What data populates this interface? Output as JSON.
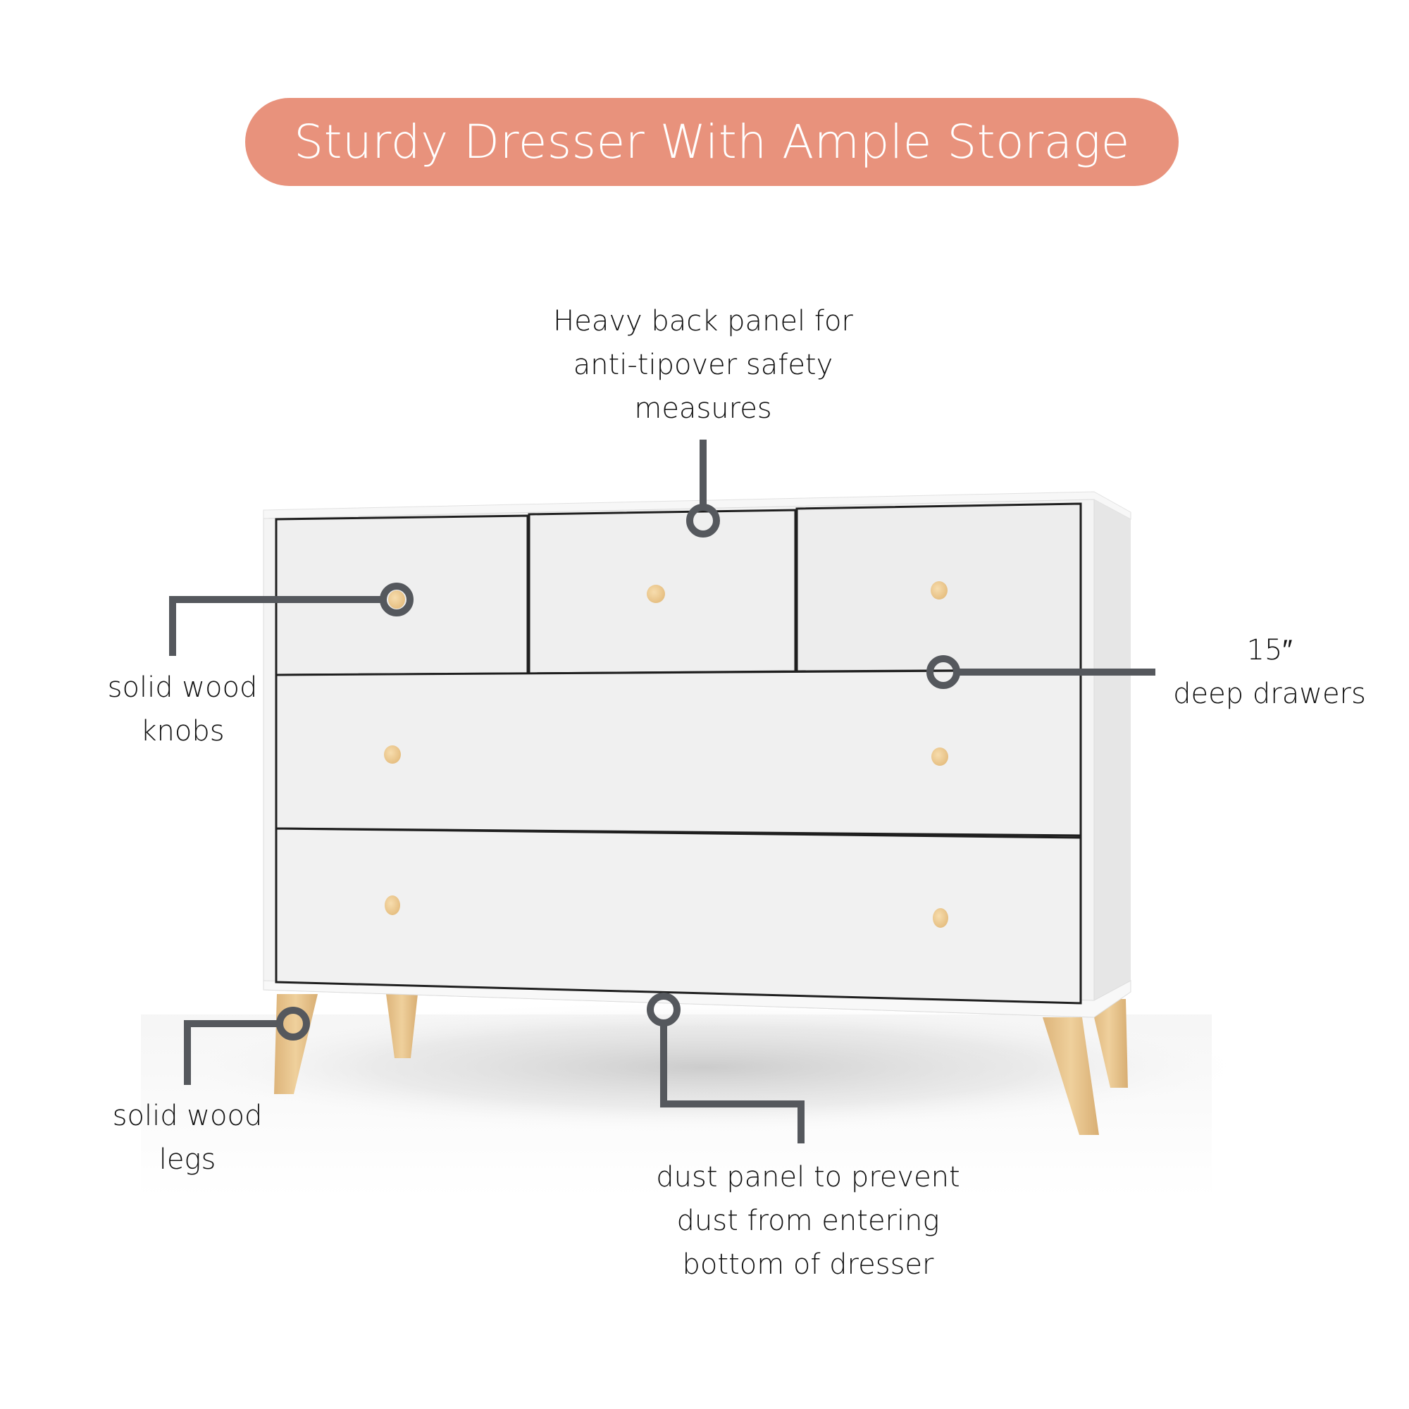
{
  "banner": {
    "title": "Sturdy Dresser With Ample Storage",
    "color": "#E8927C"
  },
  "product": {
    "name": "dresser",
    "drawers": 5,
    "body_color": "#F2F2F2",
    "knob_color": "#F0CF97",
    "leg_color": "#E9C78F"
  },
  "callouts": {
    "back_panel": {
      "lines": [
        "Heavy back panel for",
        "anti-tipover safety",
        "measures"
      ]
    },
    "knobs": {
      "lines": [
        "solid wood",
        "knobs"
      ]
    },
    "depth": {
      "lines": [
        "15″",
        "deep drawers"
      ]
    },
    "legs": {
      "lines": [
        "solid wood",
        "legs"
      ]
    },
    "dust_panel": {
      "lines": [
        "dust panel to prevent",
        "dust from entering",
        "bottom of dresser"
      ]
    },
    "connector_color": "#55585D"
  }
}
